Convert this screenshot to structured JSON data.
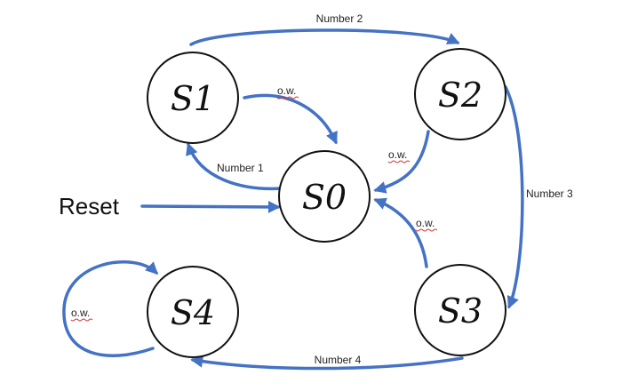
{
  "diagram": {
    "states": [
      {
        "id": "s0",
        "label": "S0"
      },
      {
        "id": "s1",
        "label": "S1"
      },
      {
        "id": "s2",
        "label": "S2"
      },
      {
        "id": "s3",
        "label": "S3"
      },
      {
        "id": "s4",
        "label": "S4"
      }
    ],
    "reset_label": "Reset",
    "transitions": [
      {
        "from": "S1",
        "to": "S2",
        "label": "Number 2"
      },
      {
        "from": "S1",
        "to": "S0",
        "label": "o.w."
      },
      {
        "from": "S0",
        "to": "S1",
        "label": "Number 1"
      },
      {
        "from": "S2",
        "to": "S0",
        "label": "o.w."
      },
      {
        "from": "S2",
        "to": "S3",
        "label": "Number 3"
      },
      {
        "from": "S3",
        "to": "S0",
        "label": "o.w."
      },
      {
        "from": "S3",
        "to": "S4",
        "label": "Number 4"
      },
      {
        "from": "S4",
        "to": "S4",
        "label": "o.w."
      }
    ],
    "colors": {
      "edge": "#4472c4",
      "node_stroke": "#111111",
      "spellcheck": "#d23a3a"
    }
  }
}
